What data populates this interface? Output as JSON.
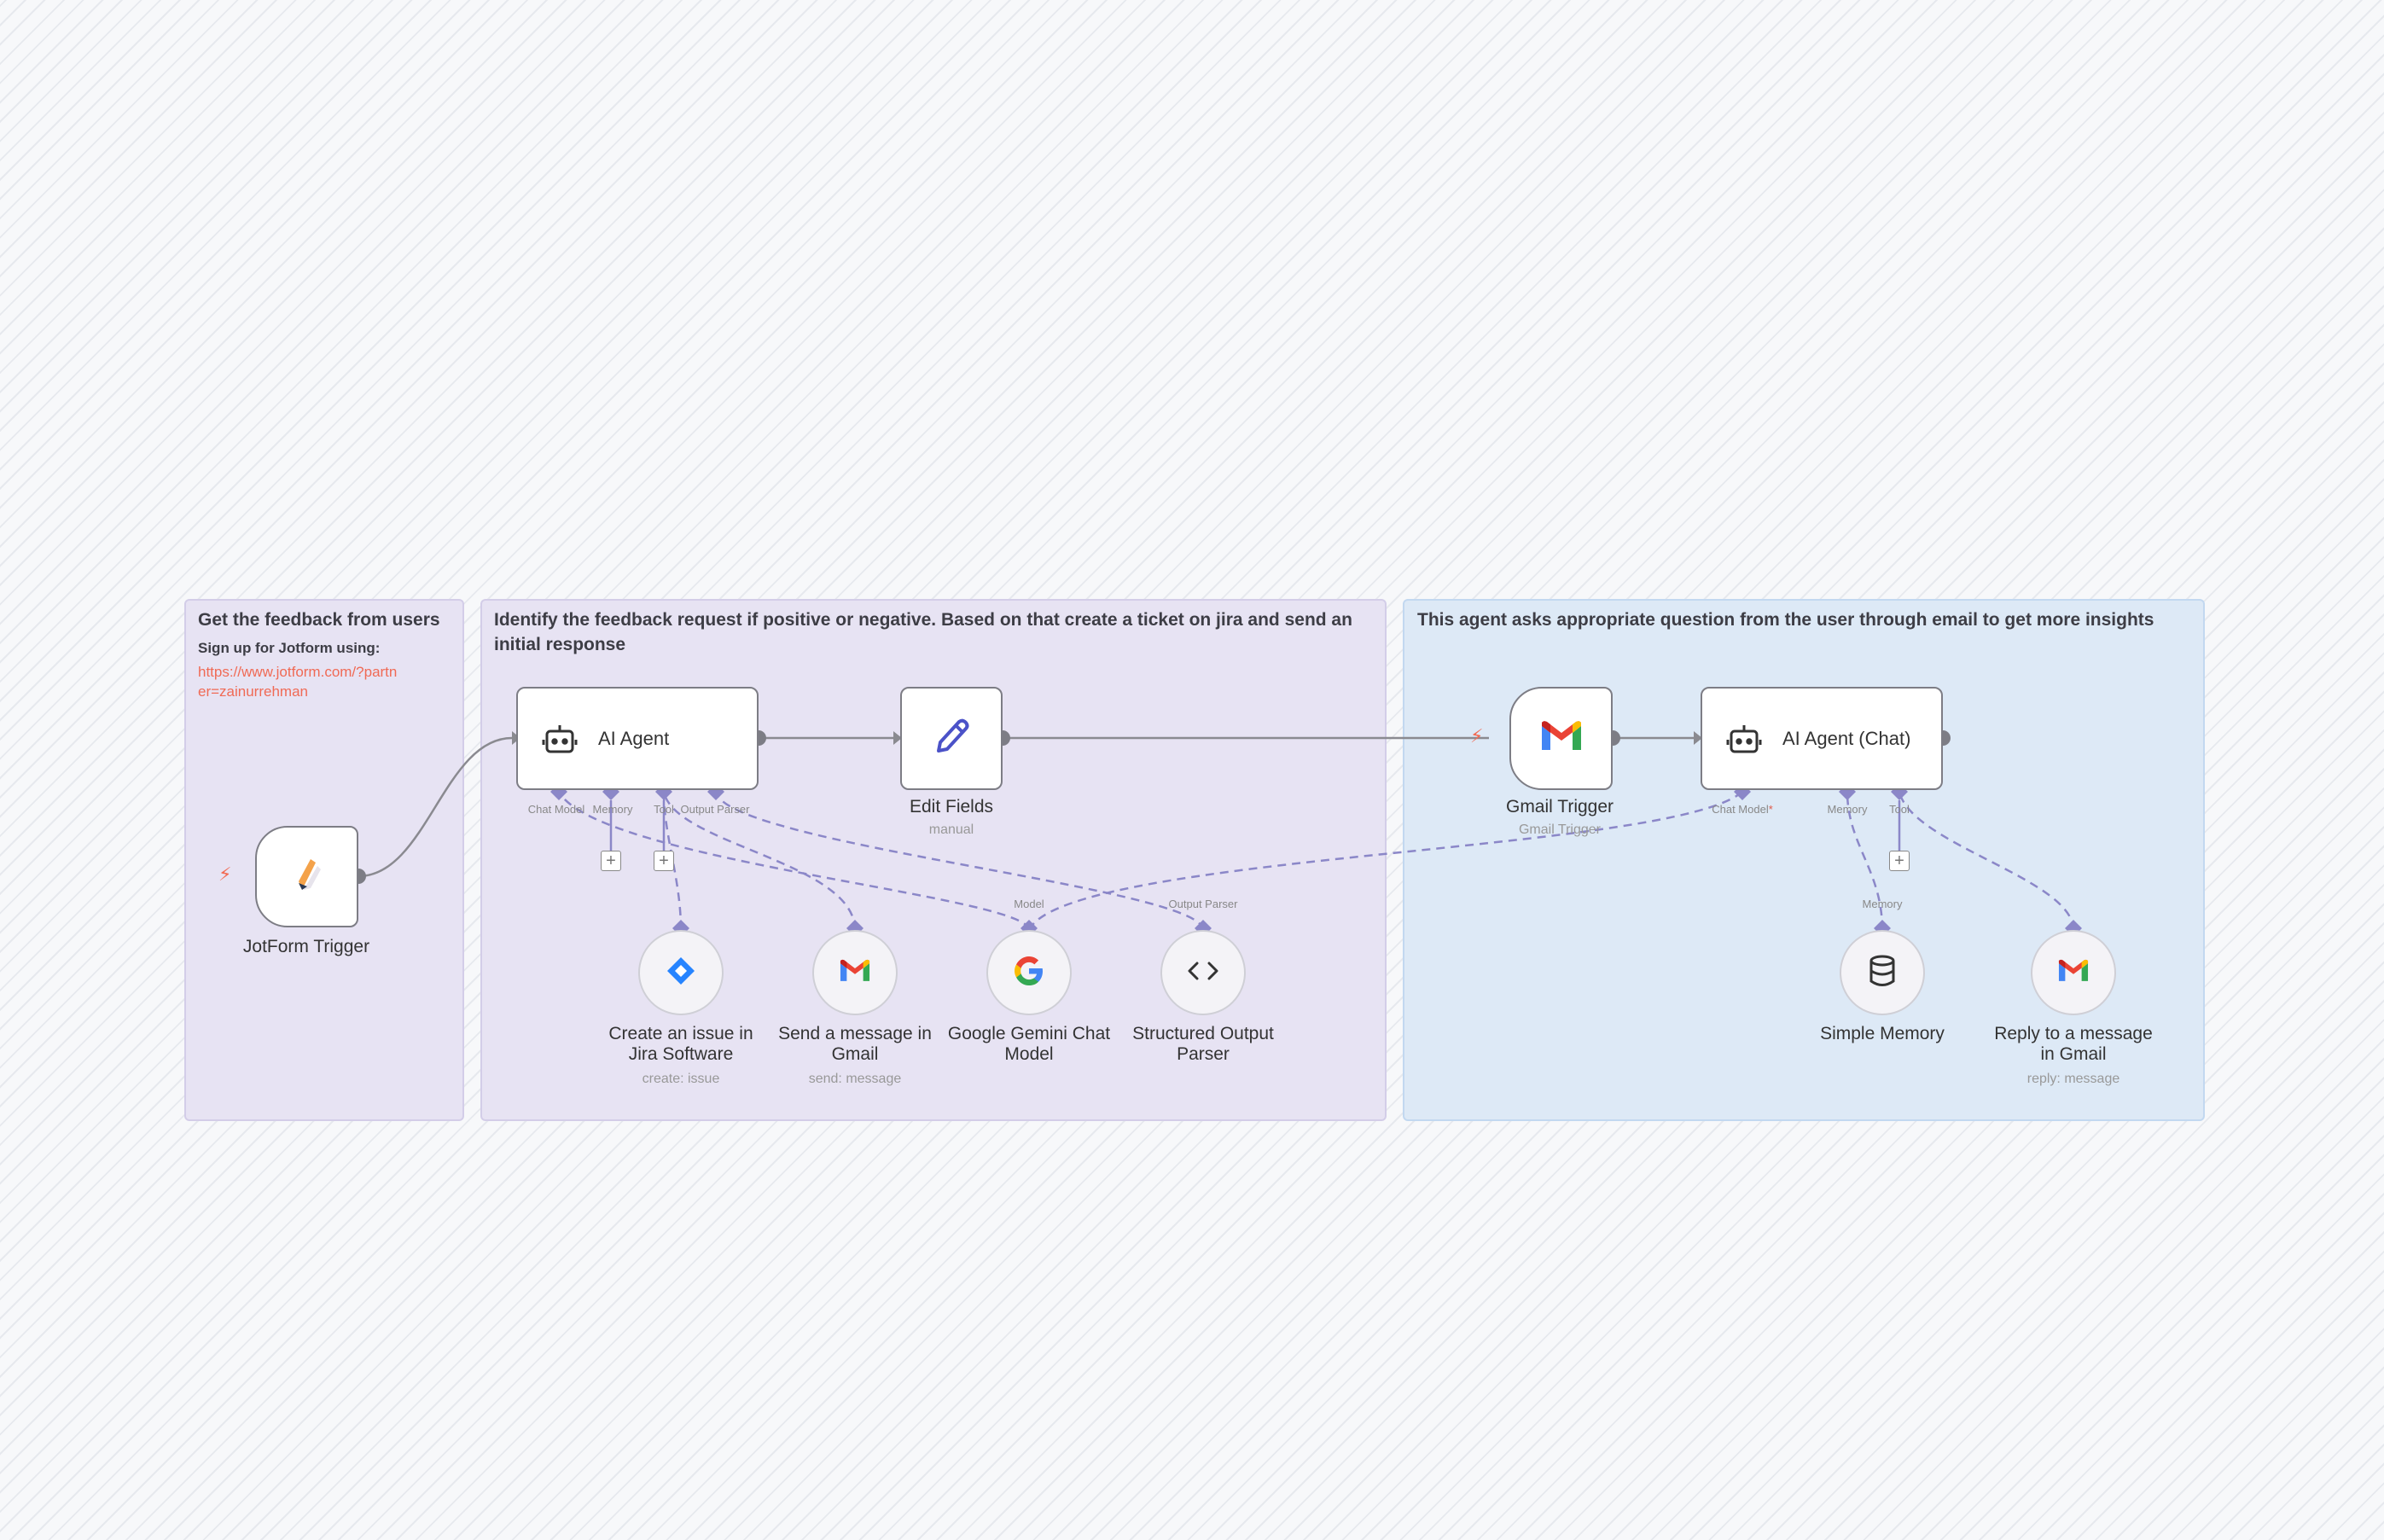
{
  "stickies": [
    {
      "title": "Get the feedback from users",
      "sub": "Sign up for Jotform using:",
      "link": "https://www.jotform.com/?partner=zainurrehman"
    },
    {
      "title": "Identify the feedback request if positive or negative. Based on that create a ticket on jira and send an initial response"
    },
    {
      "title": "This agent asks appropriate question from the user through email to get more insights"
    }
  ],
  "nodes": {
    "jotform_trigger": {
      "label": "JotForm Trigger"
    },
    "ai_agent": {
      "label": "AI Agent"
    },
    "edit_fields": {
      "label": "Edit Fields",
      "sub": "manual"
    },
    "gmail_trigger": {
      "label": "Gmail Trigger",
      "sub": "Gmail Trigger"
    },
    "ai_agent_chat": {
      "label": "AI Agent (Chat)"
    },
    "jira": {
      "label": "Create an issue in Jira Software",
      "sub": "create: issue"
    },
    "gmail_send": {
      "label": "Send a message in Gmail",
      "sub": "send: message"
    },
    "gemini": {
      "label": "Google Gemini Chat Model"
    },
    "parser": {
      "label": "Structured Output Parser"
    },
    "memory": {
      "label": "Simple Memory"
    },
    "gmail_reply": {
      "label": "Reply to a message in Gmail",
      "sub": "reply: message"
    }
  },
  "ports": {
    "agent_chat_model": "Chat Model",
    "agent_memory": "Memory",
    "agent_tool": "Tool",
    "agent_output_parser": "Output Parser",
    "chat_chat_model": "Chat Model",
    "chat_memory": "Memory",
    "chat_tool": "Tool",
    "gemini_model": "Model",
    "parser_output": "Output Parser",
    "memory_in": "Memory"
  },
  "required_marker": "*",
  "colors": {
    "link": "#f06a55",
    "connector": "#8b87c8",
    "edge": "#8a8a90",
    "bolt": "#f26b53",
    "purple_sticky": "#e7e3f3",
    "blue_sticky": "#dde9f6"
  },
  "icons": [
    "robot-icon",
    "pencil-icon",
    "gmail-icon",
    "jotform-icon",
    "jira-icon",
    "google-icon",
    "code-brackets-icon",
    "database-icon",
    "bolt-icon",
    "plus-icon"
  ]
}
